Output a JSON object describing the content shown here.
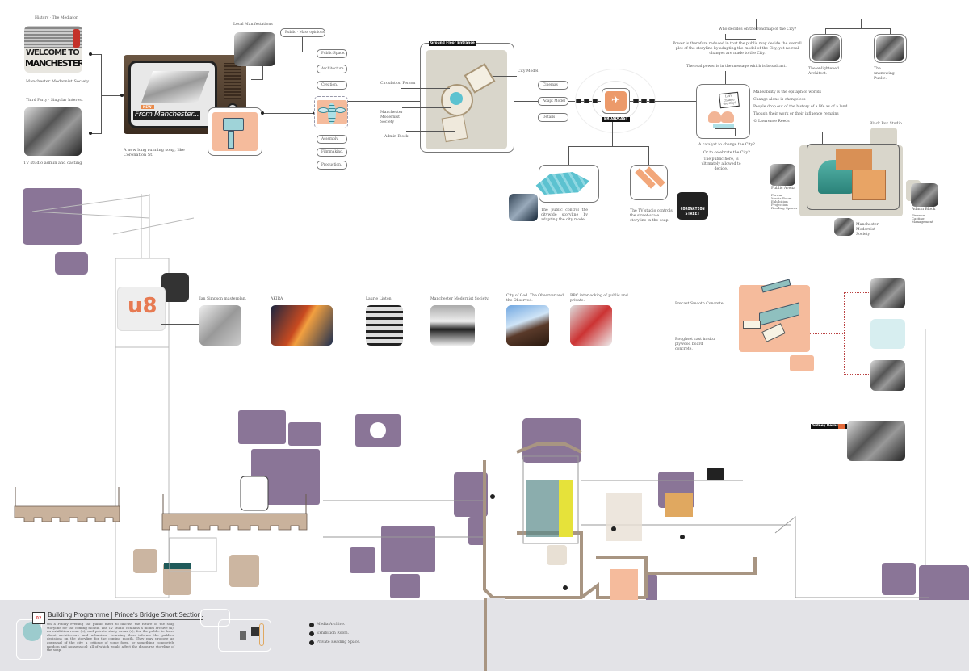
{
  "left_column": {
    "history_label": "History · The Mediator",
    "welcome_line1": "WELCOME TO",
    "welcome_line2": "MANCHESTER",
    "history_caption": "Manchester Modernist Society",
    "third_party_label": "Third Party · Singular Interest",
    "third_party_caption": "TV studio admin and casting"
  },
  "tv": {
    "badge": "NEW",
    "screen_text": "From Manchester...",
    "caption": "A new long running soap, like Coronation St."
  },
  "local": {
    "label": "Local Manifestations",
    "pill": "Public · Mass opinions"
  },
  "process_pills": [
    "Public Space.",
    "Architecture.",
    "Creation.",
    "Assembly.",
    "Filmmaking.",
    "Production."
  ],
  "ground_floor": {
    "title": "Ground Floor Entrance",
    "labels": [
      "Circulation Person",
      "Manchester Modernist Society",
      "Admin Block",
      "City Model"
    ]
  },
  "output_pills": [
    "Cinemas",
    "Adapt Model",
    "Details"
  ],
  "broadcast": {
    "label": "BROADCAST"
  },
  "power": {
    "question": "Who decides on the roadmap of the City?",
    "text": "Power is therefore reduced in that the public may decide the overall plot of the storyline by adapting the model of the City, yet no real changes are made to the City.",
    "real_power": "The real power is in the message which is broadcast.",
    "architect_caption": "The enlightened Architect.",
    "public_caption": "The unknowing Public."
  },
  "cartoon": {
    "speech": "Let's change the City!",
    "list": [
      "Malleability is the epitaph of worlds",
      "Change alone is changeless",
      "People drop out of the history of a life as of a land",
      "Though their work or their influence remains",
      "© Lawrence Reeds"
    ],
    "q1": "A catalyst to change the City?",
    "q2": "Or to celebrate the City?",
    "q3": "The public here, is ultimately allowed to decide."
  },
  "models": {
    "public_caption": "The public control the citywide storyline by adapting the city model.",
    "studio_caption": "The TV studio controls the street-scale storyline in the soap.",
    "coronation": "CORONATION STREET"
  },
  "black_box": {
    "label": "Black Box Studio",
    "public_arena": "Public Arena",
    "public_arena_items": [
      "Forum",
      "Media Room",
      "Exhibition",
      "Projection",
      "Reading Spaces"
    ],
    "admin_block": "Admin Block",
    "admin_items": [
      "Finance",
      "Casting",
      "Management"
    ],
    "mms": "Manchester Modernist Society"
  },
  "references": [
    {
      "label": "Ian Simpson masterplan."
    },
    {
      "label": "AKIRA"
    },
    {
      "label": "Laurie Lipton."
    },
    {
      "label": "Manchester Modernist Society."
    },
    {
      "label": "City of God. The Observer and the Observed."
    },
    {
      "label": "BBC interlocking of public and private."
    }
  ],
  "logo_text": "u8",
  "materials": {
    "precast": "Precast Smooth Concrete",
    "roughset": "Roughset cast in situ plywood board concrete."
  },
  "sidney": {
    "label": "Sidney Bernstein"
  },
  "footer": {
    "number": "02",
    "title": "Building Programme | Prince's Bridge Short Section.",
    "paragraph": "On a Friday evening the public meet to discuss the future of the soap storyline for the coming month. The TV studio contains a model archive (a), an exhibition room (b), and private study areas (c), for the public to learn about architecture and urbanism. Learning then informs the publics' decisions on the storyline for the coming month. They may propose an appraisal of the city, a critique of some form, or something completely random and nonsensical; all of which would affect the discourse storyline of the soap.",
    "legend": [
      {
        "key": "a",
        "label": "Media Archive."
      },
      {
        "key": "b",
        "label": "Exhibition Room."
      },
      {
        "key": "c",
        "label": "Private Reading Space."
      }
    ]
  },
  "colors": {
    "purple": "#8a7597",
    "tan": "#c9b29c",
    "peach": "#f5bb9c",
    "teal": "#5cc2d0",
    "ground": "#e3e3e7"
  }
}
